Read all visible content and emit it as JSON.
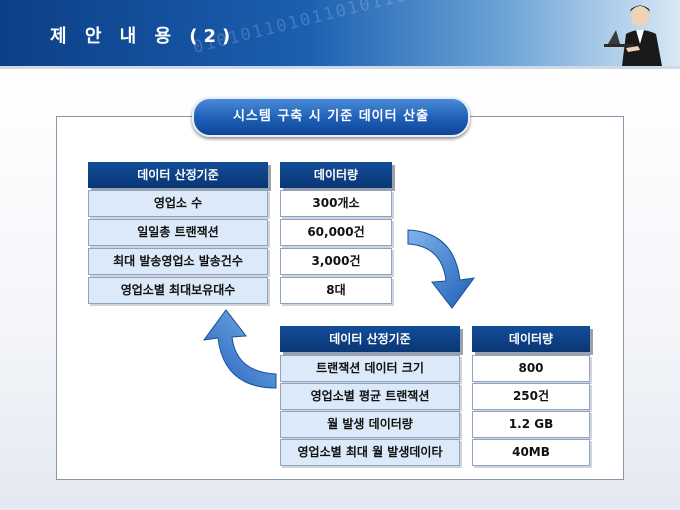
{
  "header": {
    "title": "제 안 내 용 (2)"
  },
  "banner": {
    "title": "시스템 구축 시 기준 데이터 산출"
  },
  "table1": {
    "col_label": "데이터 산정기준",
    "col_value": "데이터량",
    "rows": [
      {
        "label": "영업소 수",
        "value": "300개소"
      },
      {
        "label": "일일총 트랜잭션",
        "value": "60,000건"
      },
      {
        "label": "최대 발송영업소 발송건수",
        "value": "3,000건"
      },
      {
        "label": "영업소별 최대보유대수",
        "value": "8대"
      }
    ]
  },
  "table2": {
    "col_label": "데이터 산정기준",
    "col_value": "데이터량",
    "rows": [
      {
        "label": "트랜잭션 데이터 크기",
        "value": "800"
      },
      {
        "label": "영업소별 평균 트랜잭션",
        "value": "250건"
      },
      {
        "label": "월 발생 데이터량",
        "value": "1.2 GB"
      },
      {
        "label": "영업소별 최대 월 발생데이타",
        "value": "40MB"
      }
    ]
  },
  "colors": {
    "header_blue": "#0d3f86",
    "cell_label_bg": "#dbe9f8",
    "arrow_blue": "#2b6fc4"
  },
  "icons": [
    "person-with-laptop-icon",
    "curved-arrow-down-icon",
    "curved-arrow-up-icon"
  ]
}
